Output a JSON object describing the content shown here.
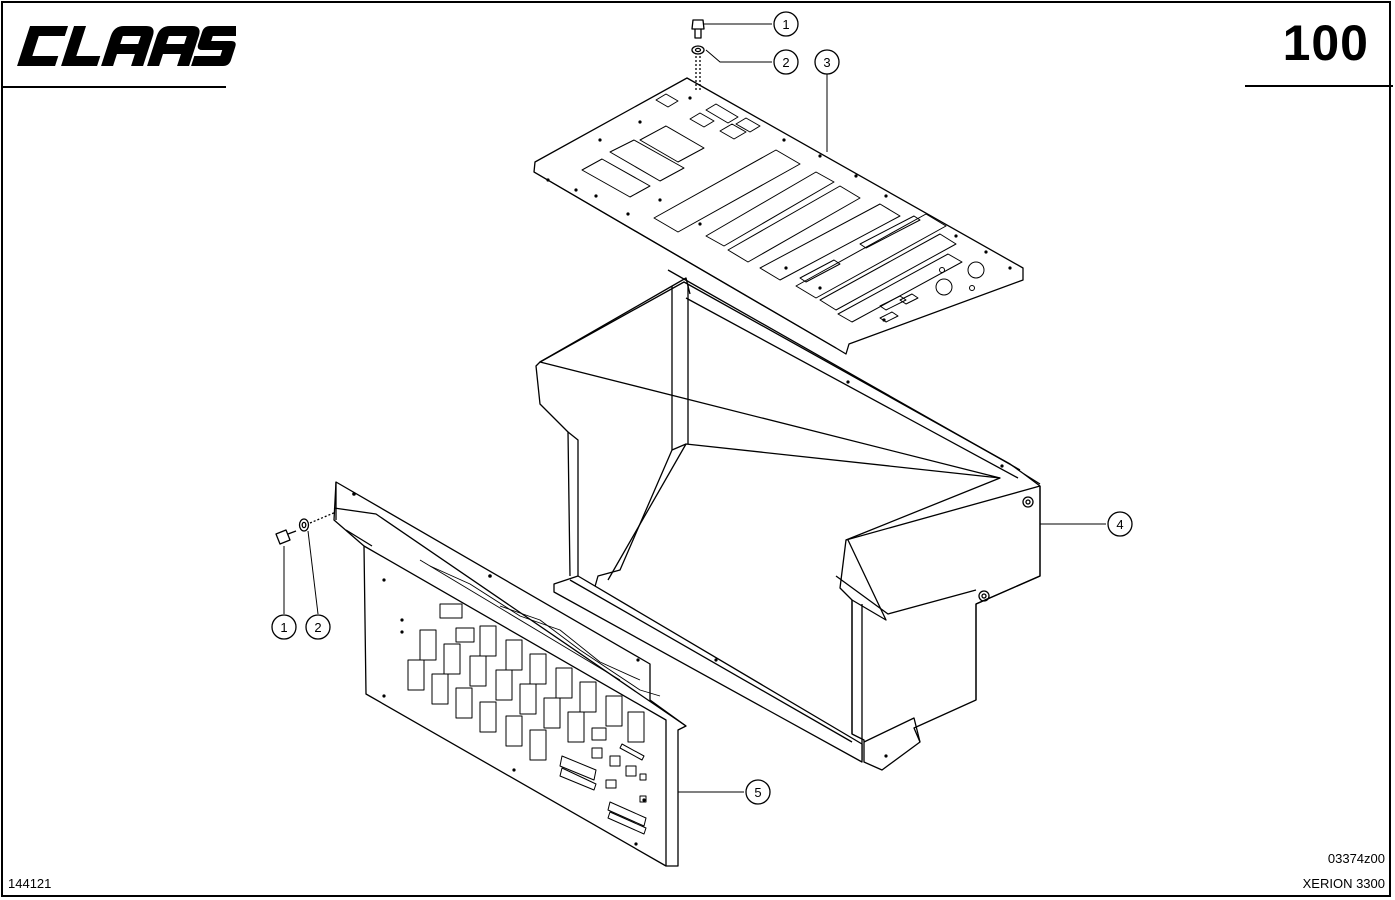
{
  "header": {
    "brand": "CLAAS",
    "page_number": "100"
  },
  "footer": {
    "doc_id": "144121",
    "drawing_no": "03374z00",
    "model": "XERION 3300"
  },
  "callouts": [
    {
      "id": "c1a",
      "label": "1"
    },
    {
      "id": "c2a",
      "label": "2"
    },
    {
      "id": "c3",
      "label": "3"
    },
    {
      "id": "c4",
      "label": "4"
    },
    {
      "id": "c1b",
      "label": "1"
    },
    {
      "id": "c2b",
      "label": "2"
    },
    {
      "id": "c5",
      "label": "5"
    }
  ]
}
